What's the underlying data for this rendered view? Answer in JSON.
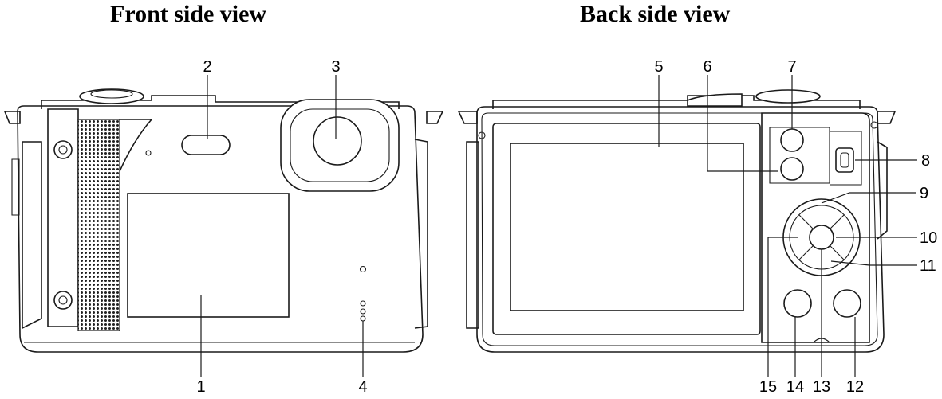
{
  "titles": {
    "front": "Front side view",
    "back": "Back side view"
  },
  "callouts": {
    "front": [
      "1",
      "2",
      "3",
      "4"
    ],
    "back": [
      "5",
      "6",
      "7",
      "8",
      "9",
      "10",
      "11",
      "12",
      "13",
      "14",
      "15"
    ]
  }
}
